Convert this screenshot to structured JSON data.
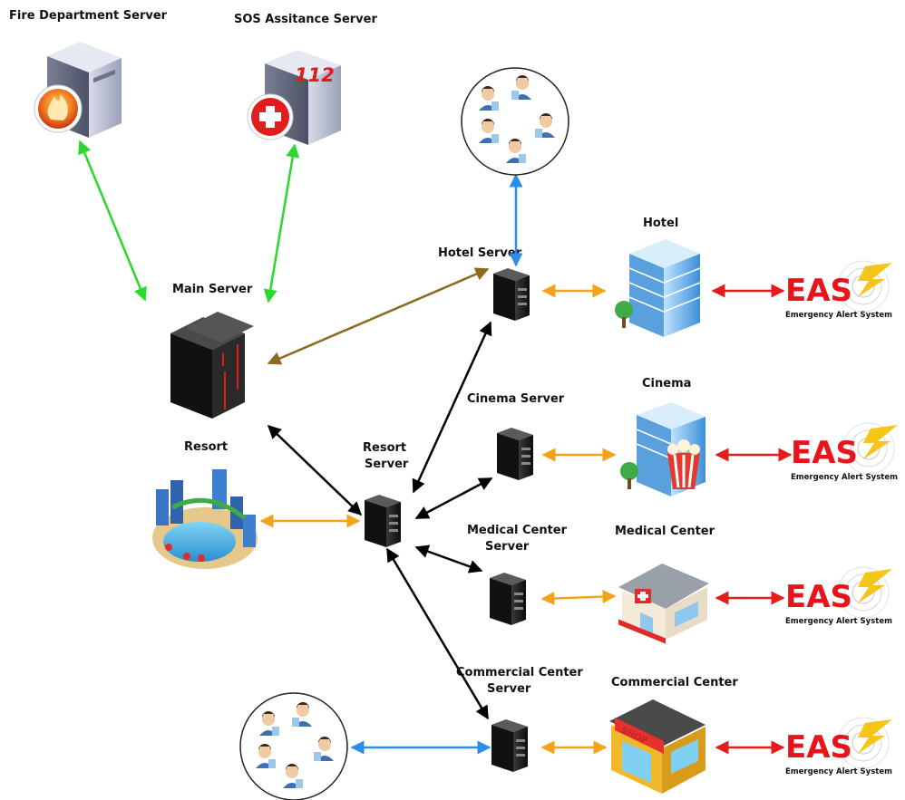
{
  "labels": {
    "fire_server": "Fire Department Server",
    "sos_server": "SOS Assitance Server",
    "main_server": "Main Server",
    "resort": "Resort",
    "resort_server_l1": "Resort",
    "resort_server_l2": "Server",
    "hotel_server": "Hotel Server",
    "hotel": "Hotel",
    "cinema_server": "Cinema Server",
    "cinema": "Cinema",
    "medical_server_l1": "Medical Center",
    "medical_server_l2": "Server",
    "medical_center": "Medical Center",
    "commercial_server_l1": "Commercial Center",
    "commercial_server_l2": "Server",
    "commercial_center": "Commercial Center"
  },
  "eas": {
    "title": "EAS",
    "subtitle": "Emergency Alert System"
  },
  "icon_text": {
    "sos_number": "112",
    "shop_sign": "SHOP"
  },
  "colors": {
    "green_link": "#2bd82b",
    "blue_link": "#2d8ee6",
    "orange_link": "#f5a21b",
    "red_link": "#e61b1b",
    "brown_link": "#8c6a1e",
    "black_link": "#000000",
    "eas_red": "#e8141b"
  }
}
